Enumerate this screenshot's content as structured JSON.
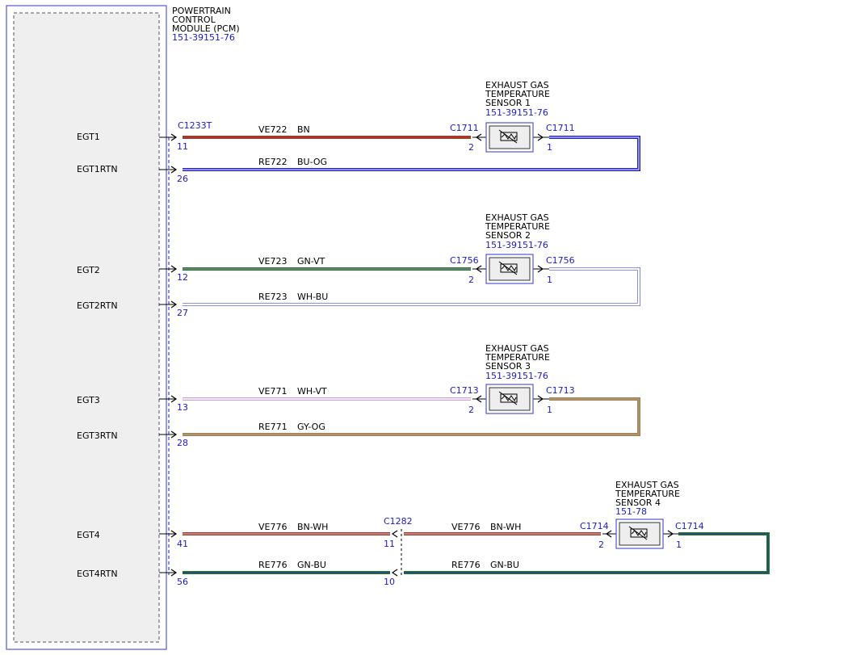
{
  "module": {
    "name_lines": [
      "POWERTRAIN",
      "CONTROL",
      "MODULE (PCM)"
    ],
    "ref": "151-39151-76",
    "connector": "C1233T"
  },
  "colors": {
    "BN": "#a33a2e",
    "BU": "#2222bb",
    "GN": "#1f7a2a",
    "TAN": "#9e8157",
    "LIGHT_BU": "#6a6ad8",
    "VT": "#c9a3cf",
    "ref_blue": "#1a1acc",
    "module_border": "#5555dd"
  },
  "circuits": [
    {
      "label": "EGT1",
      "rtn_label": "EGT1RTN",
      "pin": "11",
      "rtn_pin": "26",
      "signal_wire": {
        "id": "VE722",
        "color": "BN"
      },
      "return_wire": {
        "id": "RE722",
        "color": "BU-OG"
      },
      "sensor": {
        "lines": [
          "EXHAUST GAS",
          "TEMPERATURE",
          "SENSOR 1"
        ],
        "ref": "151-39151-76",
        "conn_left": "C1711",
        "conn_right": "C1711",
        "pin_left": "2",
        "pin_right": "1"
      }
    },
    {
      "label": "EGT2",
      "rtn_label": "EGT2RTN",
      "pin": "12",
      "rtn_pin": "27",
      "signal_wire": {
        "id": "VE723",
        "color": "GN-VT"
      },
      "return_wire": {
        "id": "RE723",
        "color": "WH-BU"
      },
      "sensor": {
        "lines": [
          "EXHAUST GAS",
          "TEMPERATURE",
          "SENSOR 2"
        ],
        "ref": "151-39151-76",
        "conn_left": "C1756",
        "conn_right": "C1756",
        "pin_left": "2",
        "pin_right": "1"
      }
    },
    {
      "label": "EGT3",
      "rtn_label": "EGT3RTN",
      "pin": "13",
      "rtn_pin": "28",
      "signal_wire": {
        "id": "VE771",
        "color": "WH-VT"
      },
      "return_wire": {
        "id": "RE771",
        "color": "GY-OG"
      },
      "sensor": {
        "lines": [
          "EXHAUST GAS",
          "TEMPERATURE",
          "SENSOR 3"
        ],
        "ref": "151-39151-76",
        "conn_left": "C1713",
        "conn_right": "C1713",
        "pin_left": "2",
        "pin_right": "1"
      }
    },
    {
      "label": "EGT4",
      "rtn_label": "EGT4RTN",
      "pin": "41",
      "rtn_pin": "56",
      "signal_wire": {
        "id": "VE776",
        "color": "BN-WH"
      },
      "return_wire": {
        "id": "RE776",
        "color": "GN-BU"
      },
      "inline": {
        "connector": "C1282",
        "pin_signal": "11",
        "pin_return": "10",
        "signal_wire": {
          "id": "VE776",
          "color": "BN-WH"
        },
        "return_wire": {
          "id": "RE776",
          "color": "GN-BU"
        }
      },
      "sensor": {
        "lines": [
          "EXHAUST GAS",
          "TEMPERATURE",
          "SENSOR 4"
        ],
        "ref": "151-78",
        "conn_left": "C1714",
        "conn_right": "C1714",
        "pin_left": "2",
        "pin_right": "1"
      }
    }
  ]
}
